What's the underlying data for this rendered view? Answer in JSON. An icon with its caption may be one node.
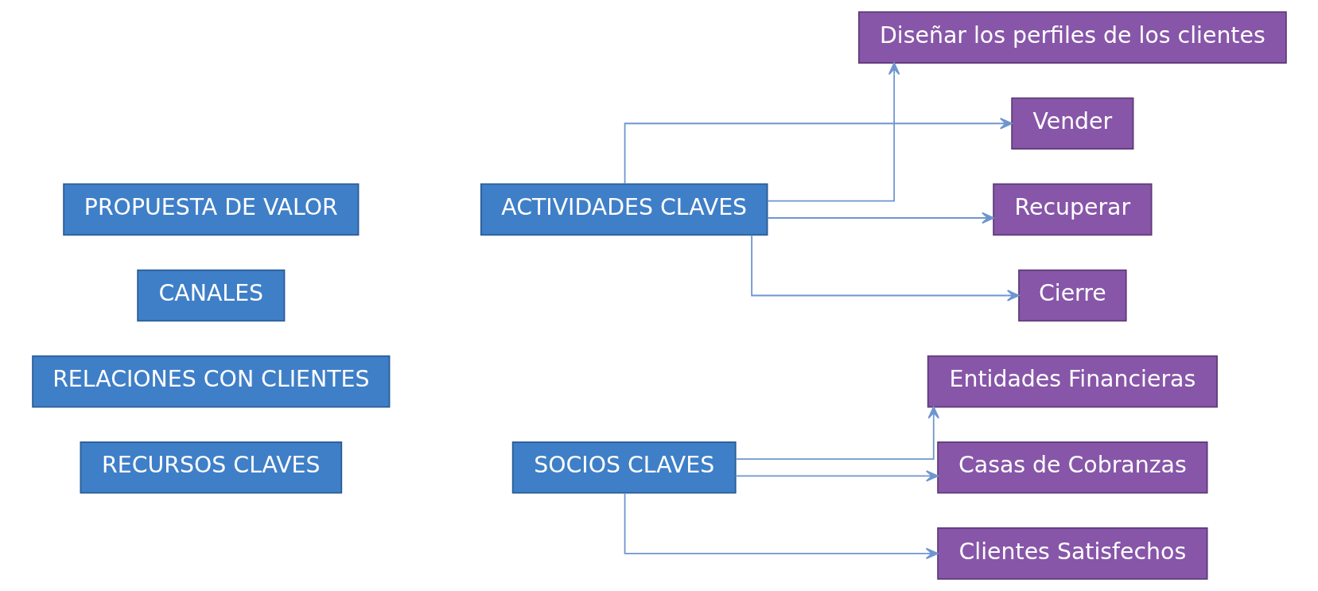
{
  "diagram": {
    "nodes": [
      {
        "text": [
          "PROPUESTA DE VALOR"
        ]
      },
      {
        "text": [
          "CANALES"
        ]
      },
      {
        "text": [
          "RELACIONES CON CLIENTES"
        ]
      },
      {
        "text": [
          "RECURSOS CLAVES"
        ]
      },
      {
        "text": [
          "ACTIVIDADES CLAVES"
        ]
      },
      {
        "text": [
          "Diseñar los perfiles de los clientes"
        ]
      },
      {
        "text": [
          "Vender"
        ]
      },
      {
        "text": [
          "Recuperar"
        ]
      },
      {
        "text": [
          "Cierre"
        ]
      },
      {
        "text": [
          "SOCIOS CLAVES"
        ]
      },
      {
        "text": [
          "Entidades Financieras"
        ]
      },
      {
        "text": [
          "Casas de Cobranzas"
        ]
      },
      {
        "text": [
          "Clientes Satisfechos"
        ]
      }
    ],
    "edges": [
      {
        "from": 4,
        "to": 5,
        "arrow": "to"
      },
      {
        "from": 4,
        "to": 6,
        "arrow": "to"
      },
      {
        "from": 4,
        "to": 7,
        "arrow": "to"
      },
      {
        "from": 4,
        "to": 8,
        "arrow": "to"
      },
      {
        "from": 9,
        "to": 10,
        "arrow": "to"
      },
      {
        "from": 9,
        "to": 11,
        "arrow": "to"
      },
      {
        "from": 9,
        "to": 12,
        "arrow": "to"
      }
    ]
  }
}
